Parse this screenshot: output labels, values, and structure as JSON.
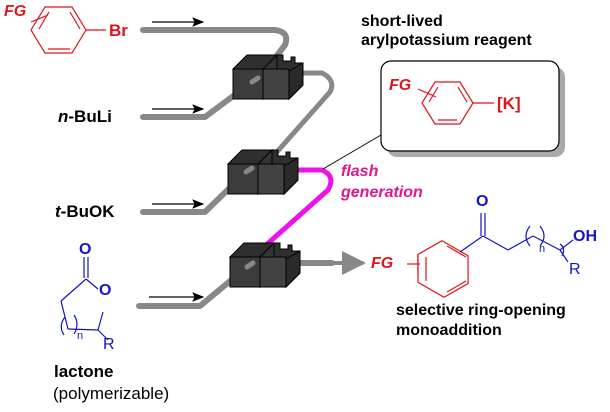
{
  "reagents": {
    "aryl_bromide": {
      "fg": "FG",
      "halide": "Br"
    },
    "nBuLi": {
      "prefix": "n",
      "rest": "-BuLi"
    },
    "tBuOK": {
      "prefix": "t",
      "rest": "-BuOK"
    },
    "lactone": {
      "o_carbonyl": "O",
      "o_ring": "O",
      "n": "n",
      "r": "R",
      "name": "lactone",
      "note": "(polymerizable)"
    }
  },
  "intermediate": {
    "title_line1": "short-lived",
    "title_line2": "arylpotassium reagent",
    "fg": "FG",
    "metal": "[K]"
  },
  "flash_label": {
    "line1": "flash",
    "line2": "generation"
  },
  "product": {
    "fg": "FG",
    "o_carbonyl": "O",
    "n": "n",
    "oh": "OH",
    "r": "R",
    "caption_line1": "selective ring-opening",
    "caption_line2": "monoaddition"
  },
  "colors": {
    "aryl_red": "#e2121b",
    "lactone_blue": "#1414c8",
    "flash_magenta": "#ee11ee",
    "flash_text": "#e0168c",
    "tube_gray": "#888888",
    "mixer_dark": "#3c3c3c"
  }
}
